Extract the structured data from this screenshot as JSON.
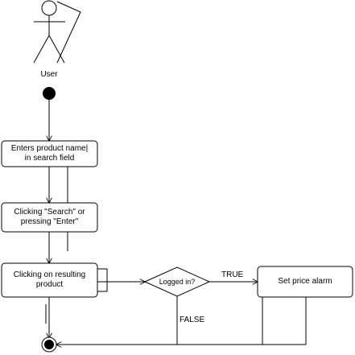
{
  "diagram": {
    "actor": {
      "label": "User"
    },
    "steps": [
      {
        "label": "Enters product name|\nin search field"
      },
      {
        "label": "Clicking \"Search\" or\npressing \"Enter\""
      },
      {
        "label": "Clicking on resulting\nproduct"
      }
    ],
    "decision": {
      "label": "Logged in?"
    },
    "action": {
      "label": "Set price alarm"
    },
    "branches": {
      "true_label": "TRUE",
      "false_label": "FALSE"
    }
  },
  "colors": {
    "stroke": "#000000",
    "background": "#ffffff"
  }
}
